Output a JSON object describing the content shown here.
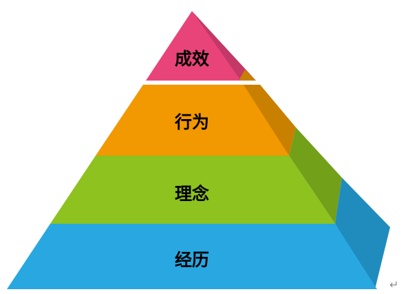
{
  "pyramid": {
    "levels": [
      {
        "label": "成效",
        "color": "#e84479",
        "side_color": "#c33866"
      },
      {
        "label": "行为",
        "color": "#f29800",
        "side_color": "#c97f00"
      },
      {
        "label": "理念",
        "color": "#8dc21f",
        "side_color": "#72a019"
      },
      {
        "label": "经历",
        "color": "#29a7e0",
        "side_color": "#208cbd"
      }
    ]
  },
  "paragraph_mark": "↵"
}
